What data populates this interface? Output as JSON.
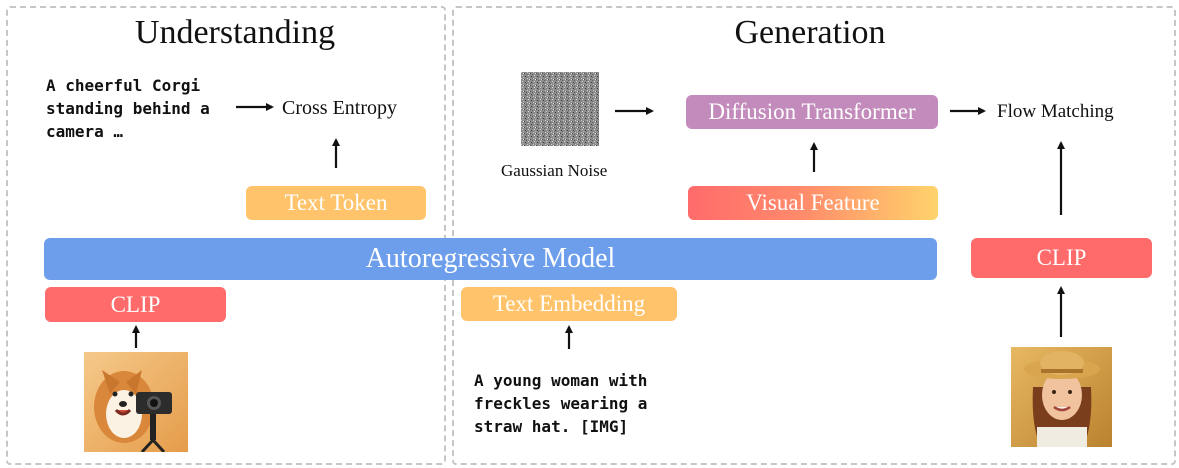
{
  "sections": {
    "understanding_title": "Understanding",
    "generation_title": "Generation"
  },
  "understanding": {
    "caption_text": "A cheerful Corgi\nstanding behind a\ncamera …",
    "loss_label": "Cross Entropy",
    "token_label": "Text Token",
    "encoder_label": "CLIP",
    "input_image_name": "corgi-with-camera-image"
  },
  "shared": {
    "model_label": "Autoregressive Model"
  },
  "generation": {
    "noise_label": "Gaussian Noise",
    "transformer_label": "Diffusion Transformer",
    "loss_label": "Flow Matching",
    "feature_label": "Visual Feature",
    "embedding_label": "Text Embedding",
    "prompt_text": "A young woman with\nfreckles wearing a\nstraw hat. [IMG]",
    "encoder_label": "CLIP",
    "target_image_name": "woman-straw-hat-image"
  },
  "colors": {
    "autoregressive": "#6d9eeb",
    "clip": "#ff6b6b",
    "text_token": "#ffc46b",
    "diffusion_transformer": "#c28bbb",
    "visual_feature_start": "#ff6b6b",
    "visual_feature_end": "#ffd36b",
    "panel_border": "#c6c6c6"
  }
}
